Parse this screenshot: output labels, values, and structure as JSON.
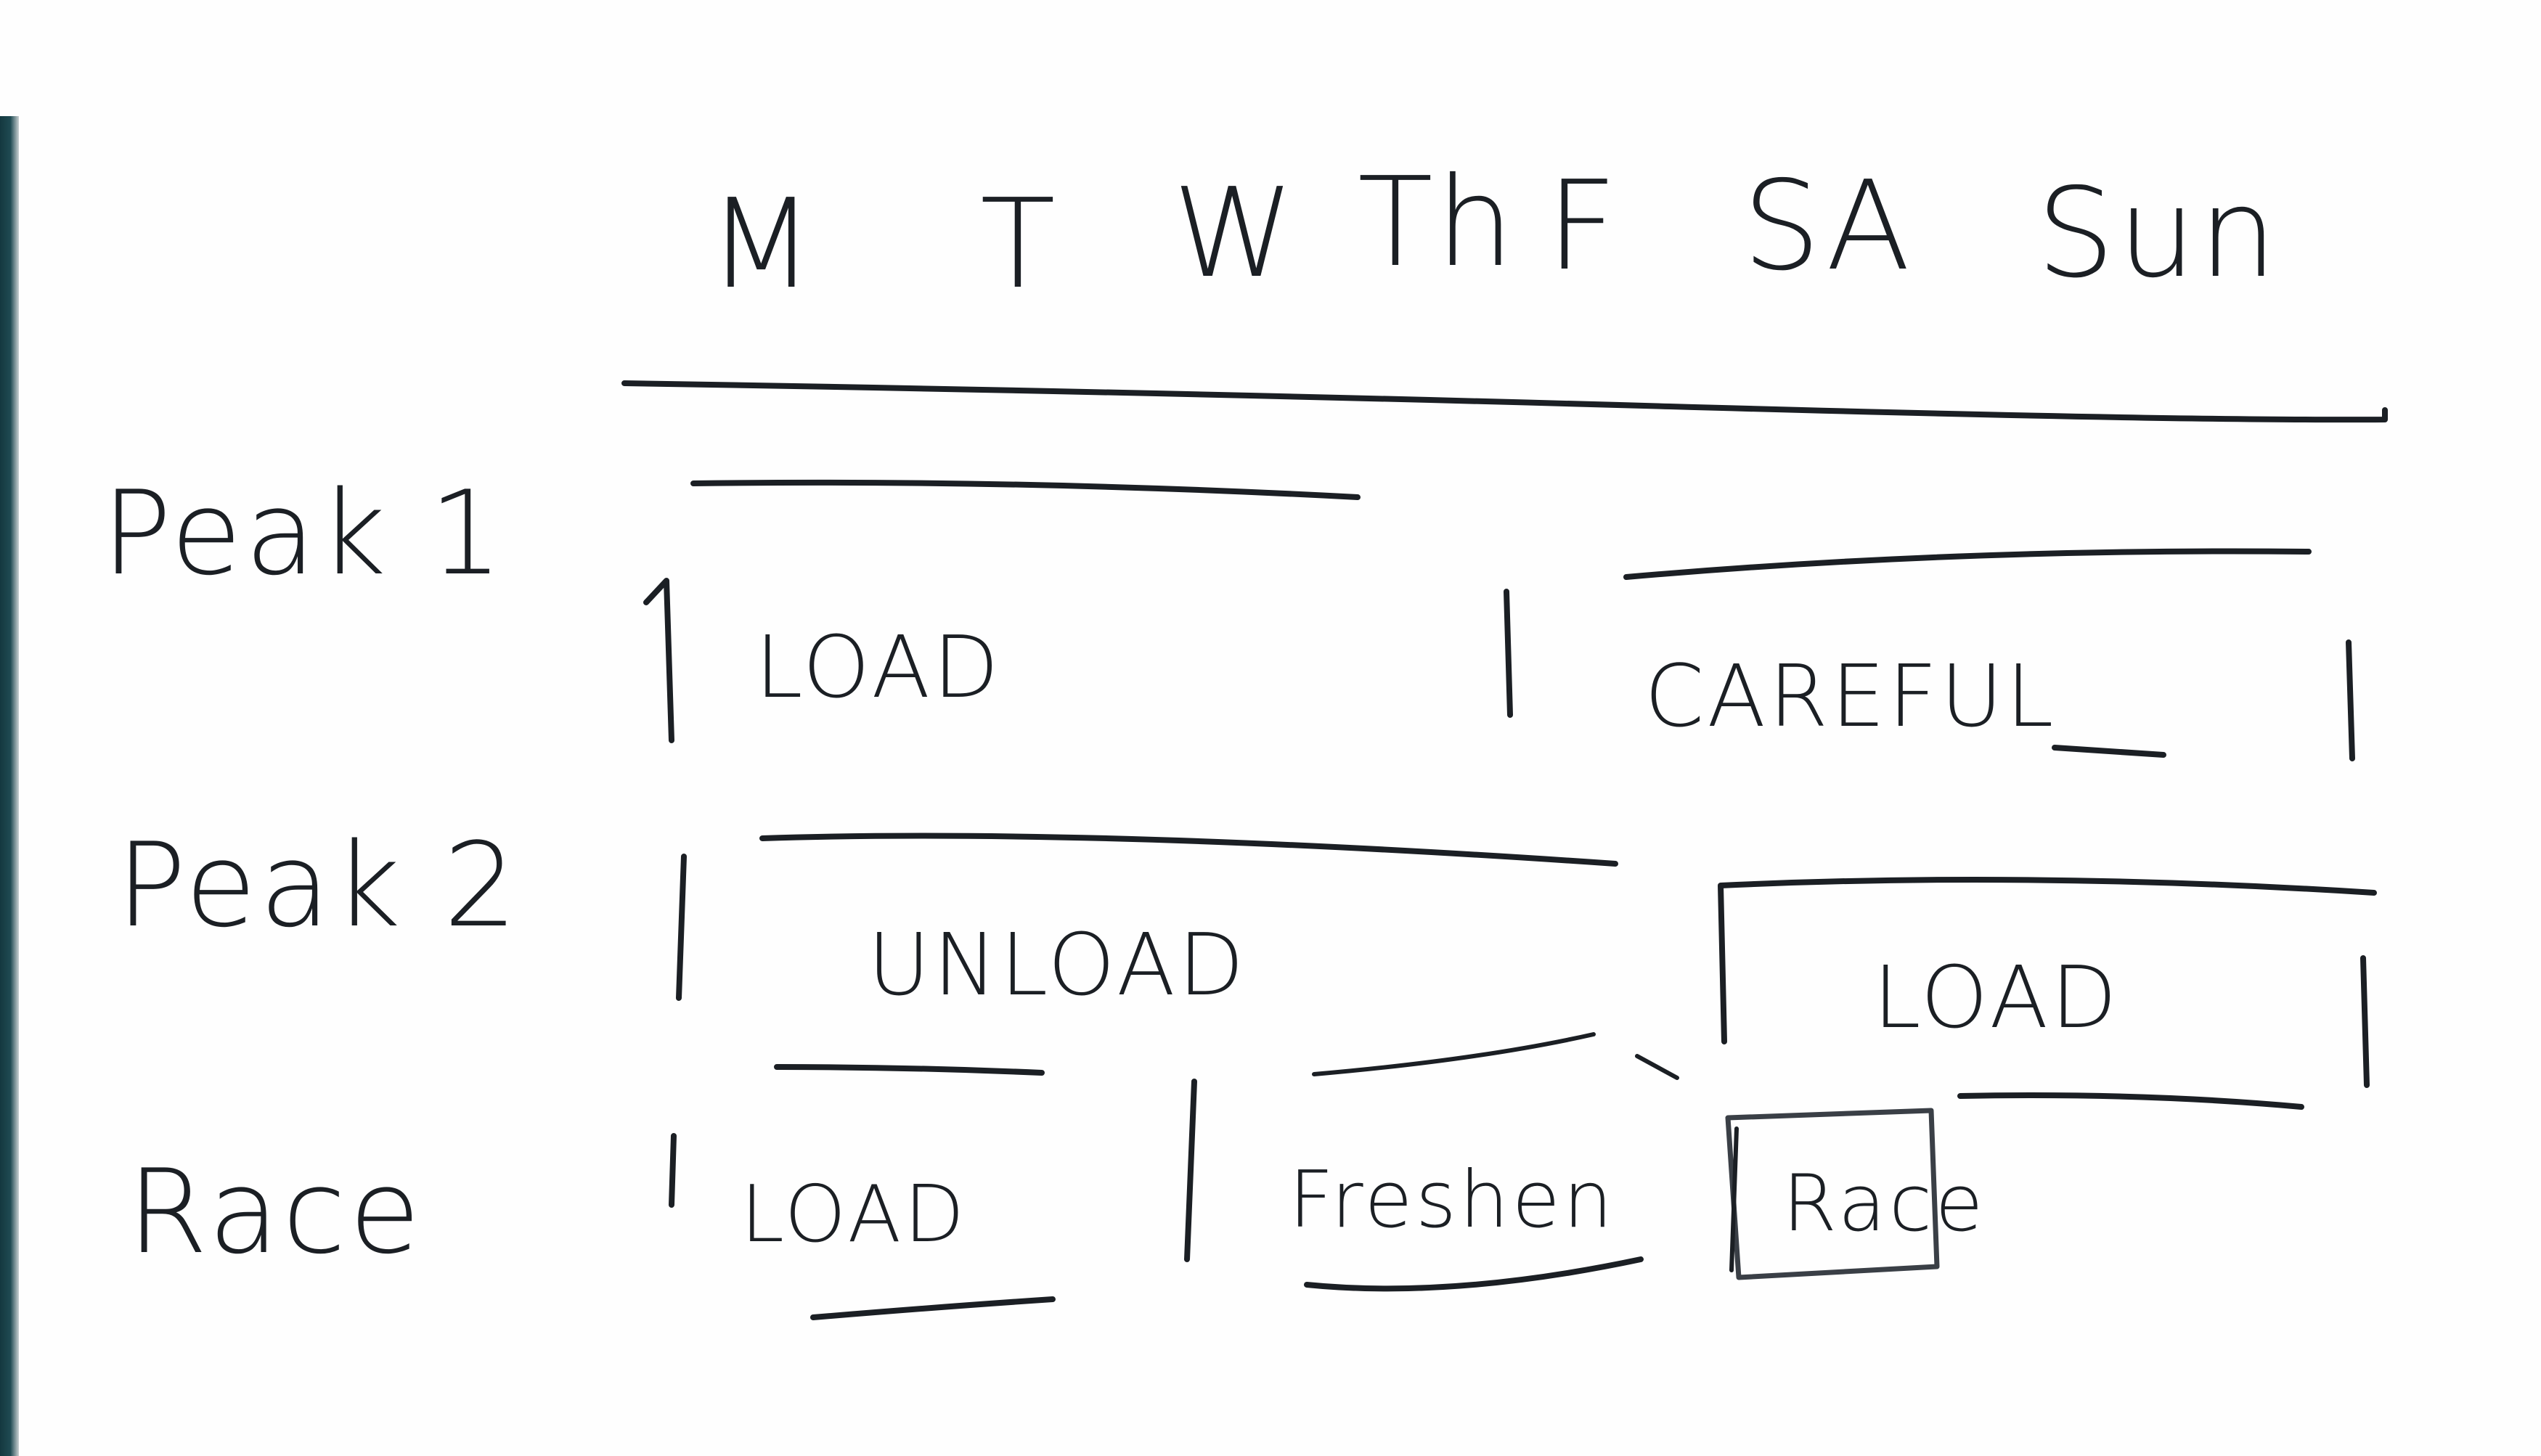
{
  "days": [
    "M",
    "T",
    "W",
    "Th",
    "F",
    "SA",
    "Sun"
  ],
  "rows": [
    {
      "label": "Peak 1",
      "blocks": [
        "LOAD",
        "CAREFUL"
      ]
    },
    {
      "label": "Peak 2",
      "blocks": [
        "UNLOAD",
        "LOAD"
      ]
    },
    {
      "label": "Race",
      "blocks": [
        "LOAD",
        "Freshen",
        "Race"
      ]
    }
  ]
}
